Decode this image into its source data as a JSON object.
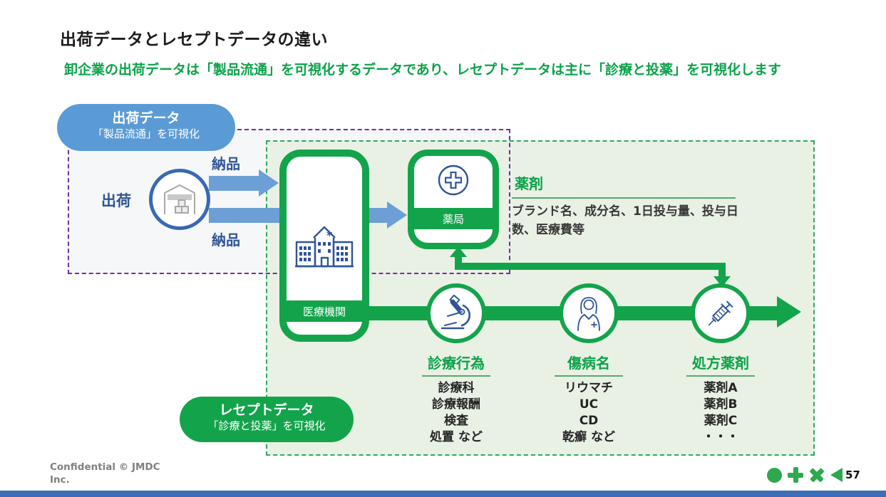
{
  "slide": {
    "title": "出荷データとレセプトデータの違い",
    "subtitle": "卸企業の出荷データは「製品流通」を可視化するデータであり、レセプトデータは主に「診療と投薬」を可視化します",
    "footer": "Confidential © JMDC Inc.",
    "page_number": "57"
  },
  "shipment": {
    "bubble_title": "出荷データ",
    "bubble_subtitle": "「製品流通」を可視化",
    "ship_label": "出荷",
    "delivery_top": "納品",
    "delivery_bottom": "納品",
    "warehouse_icon": "warehouse-icon"
  },
  "facilities": {
    "hospital": "医療機関",
    "pharmacy": "薬局",
    "hospital_icon": "hospital-icon",
    "pharmacy_icon": "plus-circle-icon"
  },
  "drug_info": {
    "title": "薬剤",
    "description": "ブランド名、成分名、1日投与量、投与日数、医療費等"
  },
  "receipt": {
    "bubble_title": "レセプトデータ",
    "bubble_subtitle": "「診療と投薬」を可視化",
    "columns": [
      {
        "label": "診療行為",
        "icon": "microscope-icon",
        "items": [
          "診療科",
          "診療報酬",
          "検査",
          "処置 など"
        ]
      },
      {
        "label": "傷病名",
        "icon": "doctor-icon",
        "items": [
          "リウマチ",
          "UC",
          "CD",
          "乾癬 など"
        ]
      },
      {
        "label": "処方薬剤",
        "icon": "syringe-icon",
        "items": [
          "薬剤A",
          "薬剤B",
          "薬剤C",
          "・・・"
        ]
      }
    ]
  },
  "footer_icons": [
    "circle-icon",
    "plus-icon",
    "x-icon",
    "triangle-left-icon"
  ],
  "colors": {
    "brand_green": "#13a44b",
    "light_green_bg": "#e9f1e4",
    "dashed_green": "#2fa863",
    "dashed_purple": "#7030a0",
    "bubble_blue": "#5b9bd5",
    "arrow_blue": "#6c9fd6",
    "navy_icon": "#2f5597",
    "bottom_bar_blue": "#3d6cb9"
  }
}
